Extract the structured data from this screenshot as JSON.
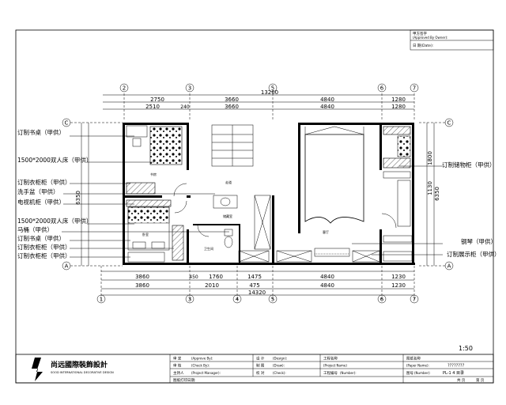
{
  "approval": {
    "row1": "甲方签字",
    "row1_en": "(Approved By Owner):",
    "row2": "日  期(Date):"
  },
  "axes": {
    "top": [
      "2",
      "3",
      "5",
      "6",
      "7"
    ],
    "bottom": [
      "1",
      "3",
      "4",
      "5",
      "6",
      "7"
    ],
    "left": [
      "C",
      "A"
    ],
    "right": [
      "C",
      "A"
    ]
  },
  "dims": {
    "top_total": "13260",
    "top_row1": [
      "2750",
      "3660",
      "4840",
      "1280"
    ],
    "top_row2": [
      "2510",
      "240",
      "3660",
      "4840",
      "1280"
    ],
    "bottom_row1": [
      "3860",
      "450",
      "1760",
      "1475",
      "4840",
      "1230"
    ],
    "bottom_row2": [
      "3860",
      "2010",
      "475",
      "4840",
      "1230"
    ],
    "bottom_total": "14320",
    "left_total": "6350",
    "right_total": "6350",
    "right_parts": [
      "1800",
      "1130"
    ]
  },
  "labels_left": [
    "订制书桌（甲供）",
    "1500*2000双人床（甲供）",
    "订制衣柜柜（甲供）",
    "洗手盆（甲供）",
    "电视机柜（甲供）",
    "1500*2000双人床（甲供）",
    "马桶（甲供）",
    "订制书桌（甲供）",
    "订制衣柜柜（甲供）",
    "订制衣柜柜（甲供）"
  ],
  "labels_right": [
    "订制储物柜（甲供）",
    "钢琴（甲供）",
    "订制展示柜（甲供）"
  ],
  "rooms": {
    "study": "书房",
    "corridor": "走道",
    "bath": "卫生间",
    "storage": "储藏室",
    "living": "客厅",
    "bed": "卧室"
  },
  "scale": "1:50",
  "title_block": {
    "logo_cn": "尚远國際裝飾設計",
    "logo_en": "SOOD INTERNATIONAL DECORATIVE DESIGN",
    "approve": "审  定",
    "approve_en": "(Approve By):",
    "review": "审  核",
    "review_en": "(Check By):",
    "manager": "主持人",
    "manager_en": "(Project Manager):",
    "design": "设  计",
    "design_en": "(Design):",
    "draw": "制  图",
    "draw_en": "(Draw):",
    "check": "校  对",
    "check_en": "(Check):",
    "project_name": "工程名称",
    "project_name_en": "(Project Name)",
    "project_no": "工程编号",
    "project_no_en": "(Number):",
    "drawing_name": "图纸名称",
    "drawing_name_en": "(Paper Name):",
    "drawing_name_val": "????????",
    "drawing_no": "图号",
    "drawing_no_en": "(Number):",
    "drawing_no_val": "PL-1 4 目录",
    "date_row": "图纸打印日期:",
    "sheet_total": "共    页",
    "sheet_no": "第    页"
  }
}
